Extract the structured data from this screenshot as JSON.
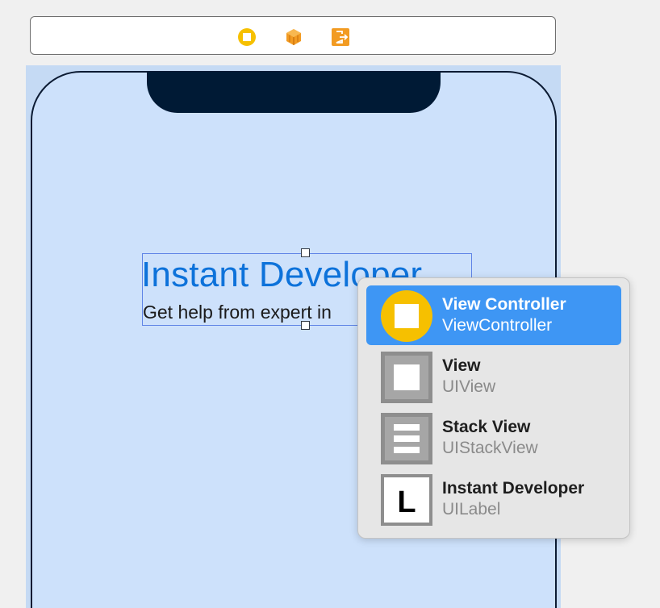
{
  "dock": {
    "icons": [
      "view-controller-icon",
      "first-responder-icon",
      "exit-icon"
    ]
  },
  "label_element": {
    "title": "Instant Developer",
    "subtitle": "Get help from expert in"
  },
  "popup_menu": {
    "items": [
      {
        "title": "View Controller",
        "subtitle": "ViewController",
        "icon": "view-controller-icon",
        "selected": true
      },
      {
        "title": "View",
        "subtitle": "UIView",
        "icon": "view-icon",
        "selected": false
      },
      {
        "title": "Stack View",
        "subtitle": "UIStackView",
        "icon": "stack-view-icon",
        "selected": false
      },
      {
        "title": "Instant Developer",
        "subtitle": "UILabel",
        "icon": "label-icon",
        "icon_glyph": "L",
        "selected": false
      }
    ]
  },
  "colors": {
    "accent_selection": "#3e96f4",
    "label_blue": "#0d72da",
    "canvas_background": "#cde1fb",
    "notch": "#001a35"
  }
}
